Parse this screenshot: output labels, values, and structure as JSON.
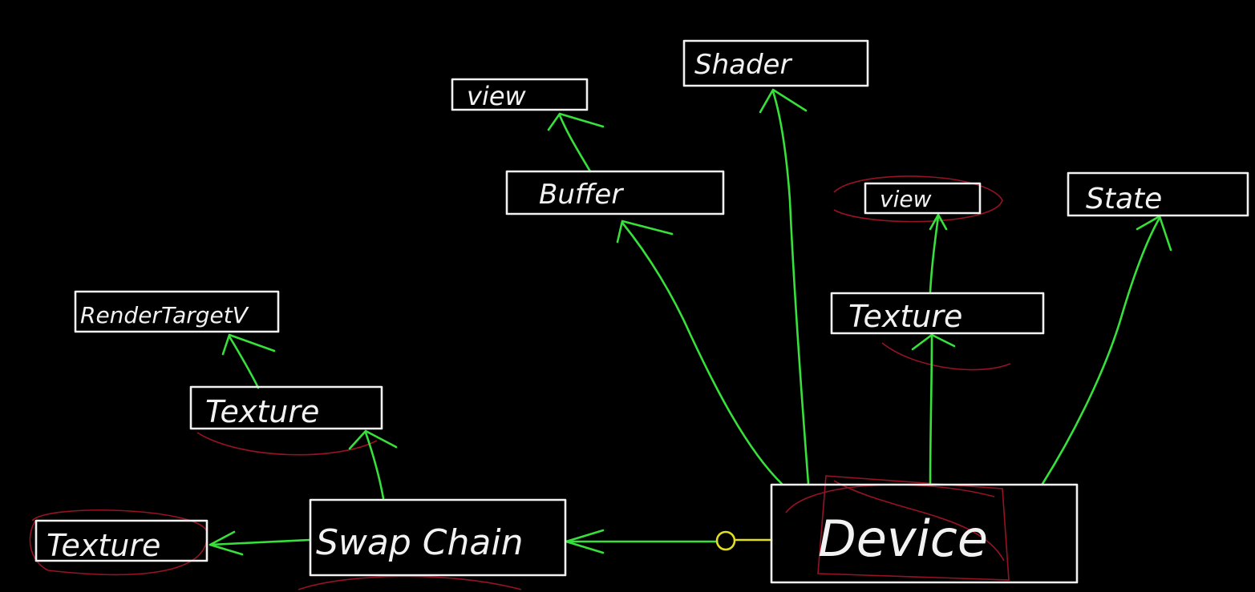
{
  "colors": {
    "background": "#000000",
    "box_stroke": "#f2f2f2",
    "arrow": "#37e03a",
    "highlight": "#b0162a",
    "link": "#e3de23"
  },
  "diagram": {
    "nodes": [
      {
        "id": "shader",
        "label": "Shader"
      },
      {
        "id": "view-buffer",
        "label": "view"
      },
      {
        "id": "buffer",
        "label": "Buffer"
      },
      {
        "id": "view-texture",
        "label": "view"
      },
      {
        "id": "state",
        "label": "State"
      },
      {
        "id": "texture-device",
        "label": "Texture"
      },
      {
        "id": "render-target-view",
        "label": "RenderTargetV"
      },
      {
        "id": "texture-swapchain",
        "label": "Texture"
      },
      {
        "id": "texture-left",
        "label": "Texture"
      },
      {
        "id": "swap-chain",
        "label": "Swap Chain"
      },
      {
        "id": "device",
        "label": "Device"
      }
    ],
    "edges": [
      {
        "from": "device",
        "to": "buffer"
      },
      {
        "from": "device",
        "to": "shader"
      },
      {
        "from": "device",
        "to": "texture-device"
      },
      {
        "from": "device",
        "to": "state"
      },
      {
        "from": "device",
        "to": "swap-chain"
      },
      {
        "from": "buffer",
        "to": "view-buffer"
      },
      {
        "from": "texture-device",
        "to": "view-texture"
      },
      {
        "from": "swap-chain",
        "to": "texture-swapchain"
      },
      {
        "from": "swap-chain",
        "to": "texture-left"
      },
      {
        "from": "texture-swapchain",
        "to": "render-target-view"
      }
    ],
    "highlighted": [
      "device",
      "view-texture",
      "texture-device",
      "texture-swapchain",
      "texture-left",
      "swap-chain"
    ]
  }
}
